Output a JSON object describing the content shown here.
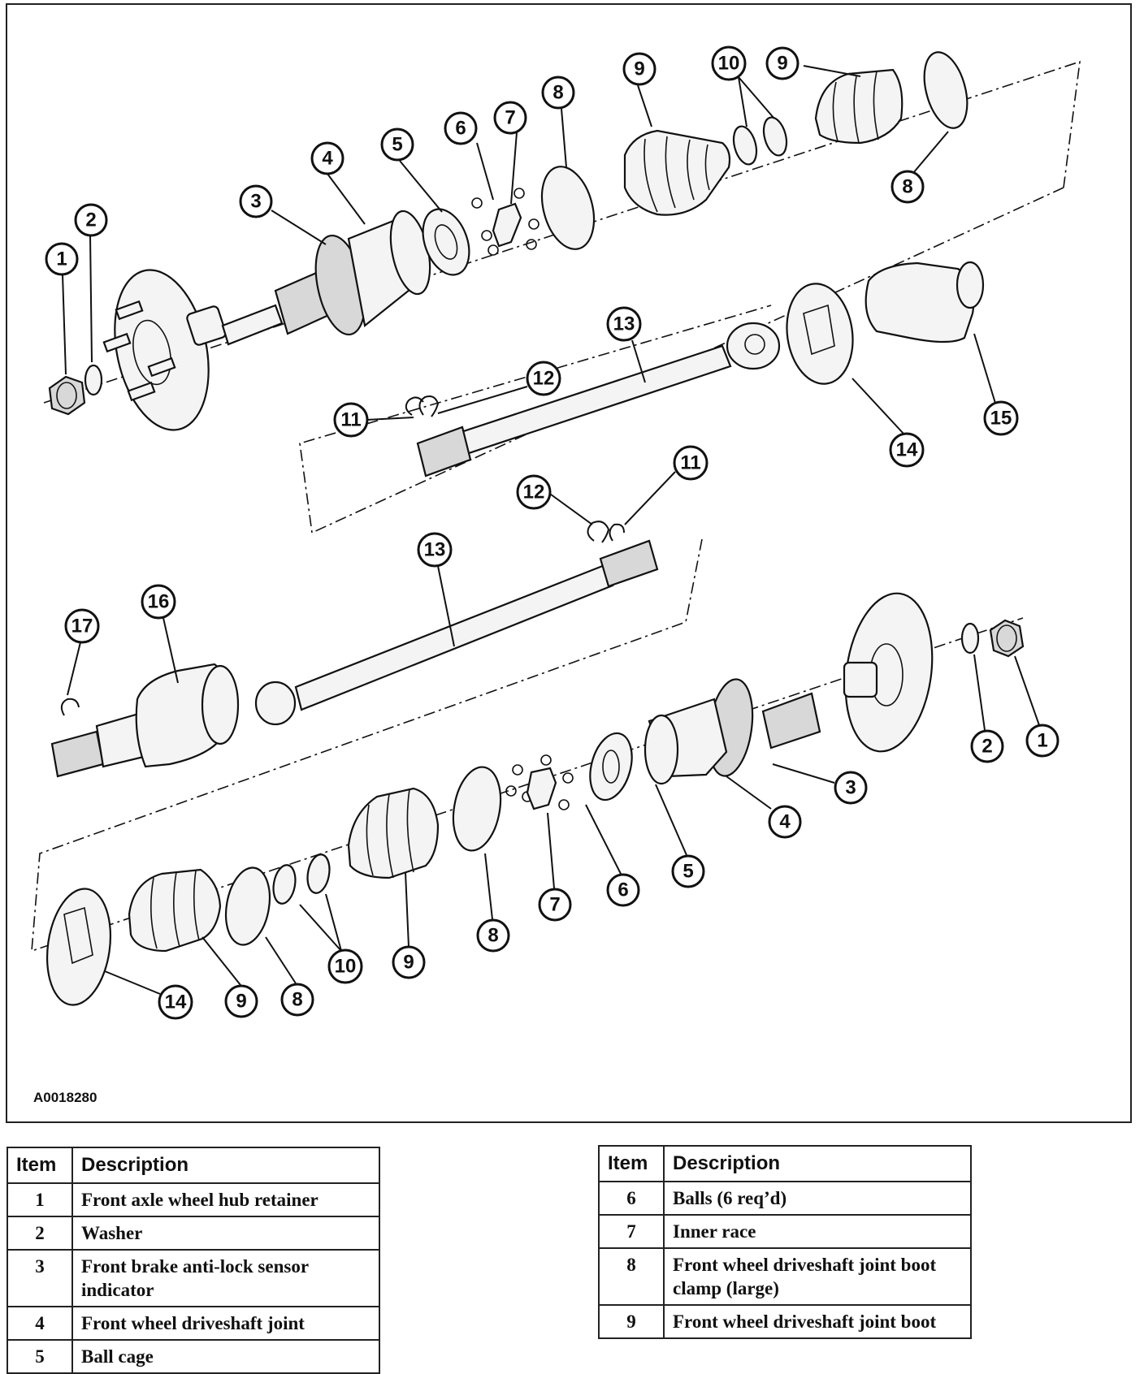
{
  "figure": {
    "code": "A0018280",
    "callouts": {
      "c1a": "1",
      "c2a": "2",
      "c3a": "3",
      "c4a": "4",
      "c5a": "5",
      "c6a": "6",
      "c7a": "7",
      "c8a": "8",
      "c8b": "8",
      "c9a": "9",
      "c9b": "9",
      "c10a": "10",
      "c11a": "11",
      "c12a": "12",
      "c13a": "13",
      "c14a": "14",
      "c15": "15",
      "c11b": "11",
      "c12b": "12",
      "c13b": "13",
      "c16": "16",
      "c17": "17",
      "c1b": "1",
      "c2b": "2",
      "c3b": "3",
      "c4b": "4",
      "c5b": "5",
      "c6b": "6",
      "c7b": "7",
      "c8c": "8",
      "c8d": "8",
      "c9c": "9",
      "c9d": "9",
      "c10b": "10",
      "c14b": "14"
    }
  },
  "legend_left": {
    "headers": [
      "Item",
      "Description"
    ],
    "rows": [
      {
        "item": "1",
        "desc": "Front axle wheel hub retainer"
      },
      {
        "item": "2",
        "desc": "Washer"
      },
      {
        "item": "3",
        "desc": "Front brake anti-lock sensor indicator"
      },
      {
        "item": "4",
        "desc": "Front wheel driveshaft joint"
      },
      {
        "item": "5",
        "desc": "Ball cage"
      }
    ]
  },
  "legend_right": {
    "headers": [
      "Item",
      "Description"
    ],
    "rows": [
      {
        "item": "6",
        "desc": "Balls (6 req’d)"
      },
      {
        "item": "7",
        "desc": "Inner race"
      },
      {
        "item": "8",
        "desc": "Front wheel driveshaft joint boot clamp (large)"
      },
      {
        "item": "9",
        "desc": "Front wheel driveshaft joint boot"
      }
    ]
  }
}
